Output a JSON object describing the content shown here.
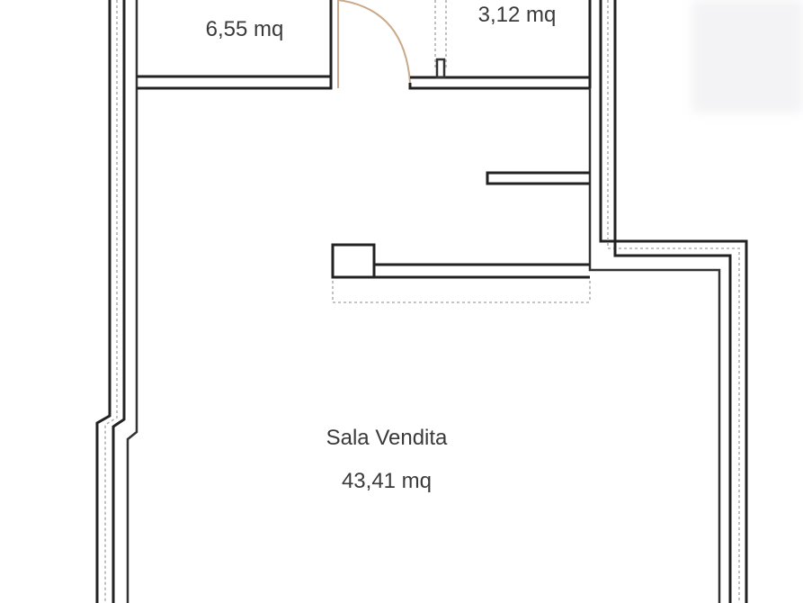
{
  "rooms": {
    "top_left": {
      "area": "6,55 mq"
    },
    "top_right": {
      "area": "3,12 mq"
    },
    "main": {
      "name": "Sala Vendita",
      "area": "43,41 mq"
    }
  }
}
